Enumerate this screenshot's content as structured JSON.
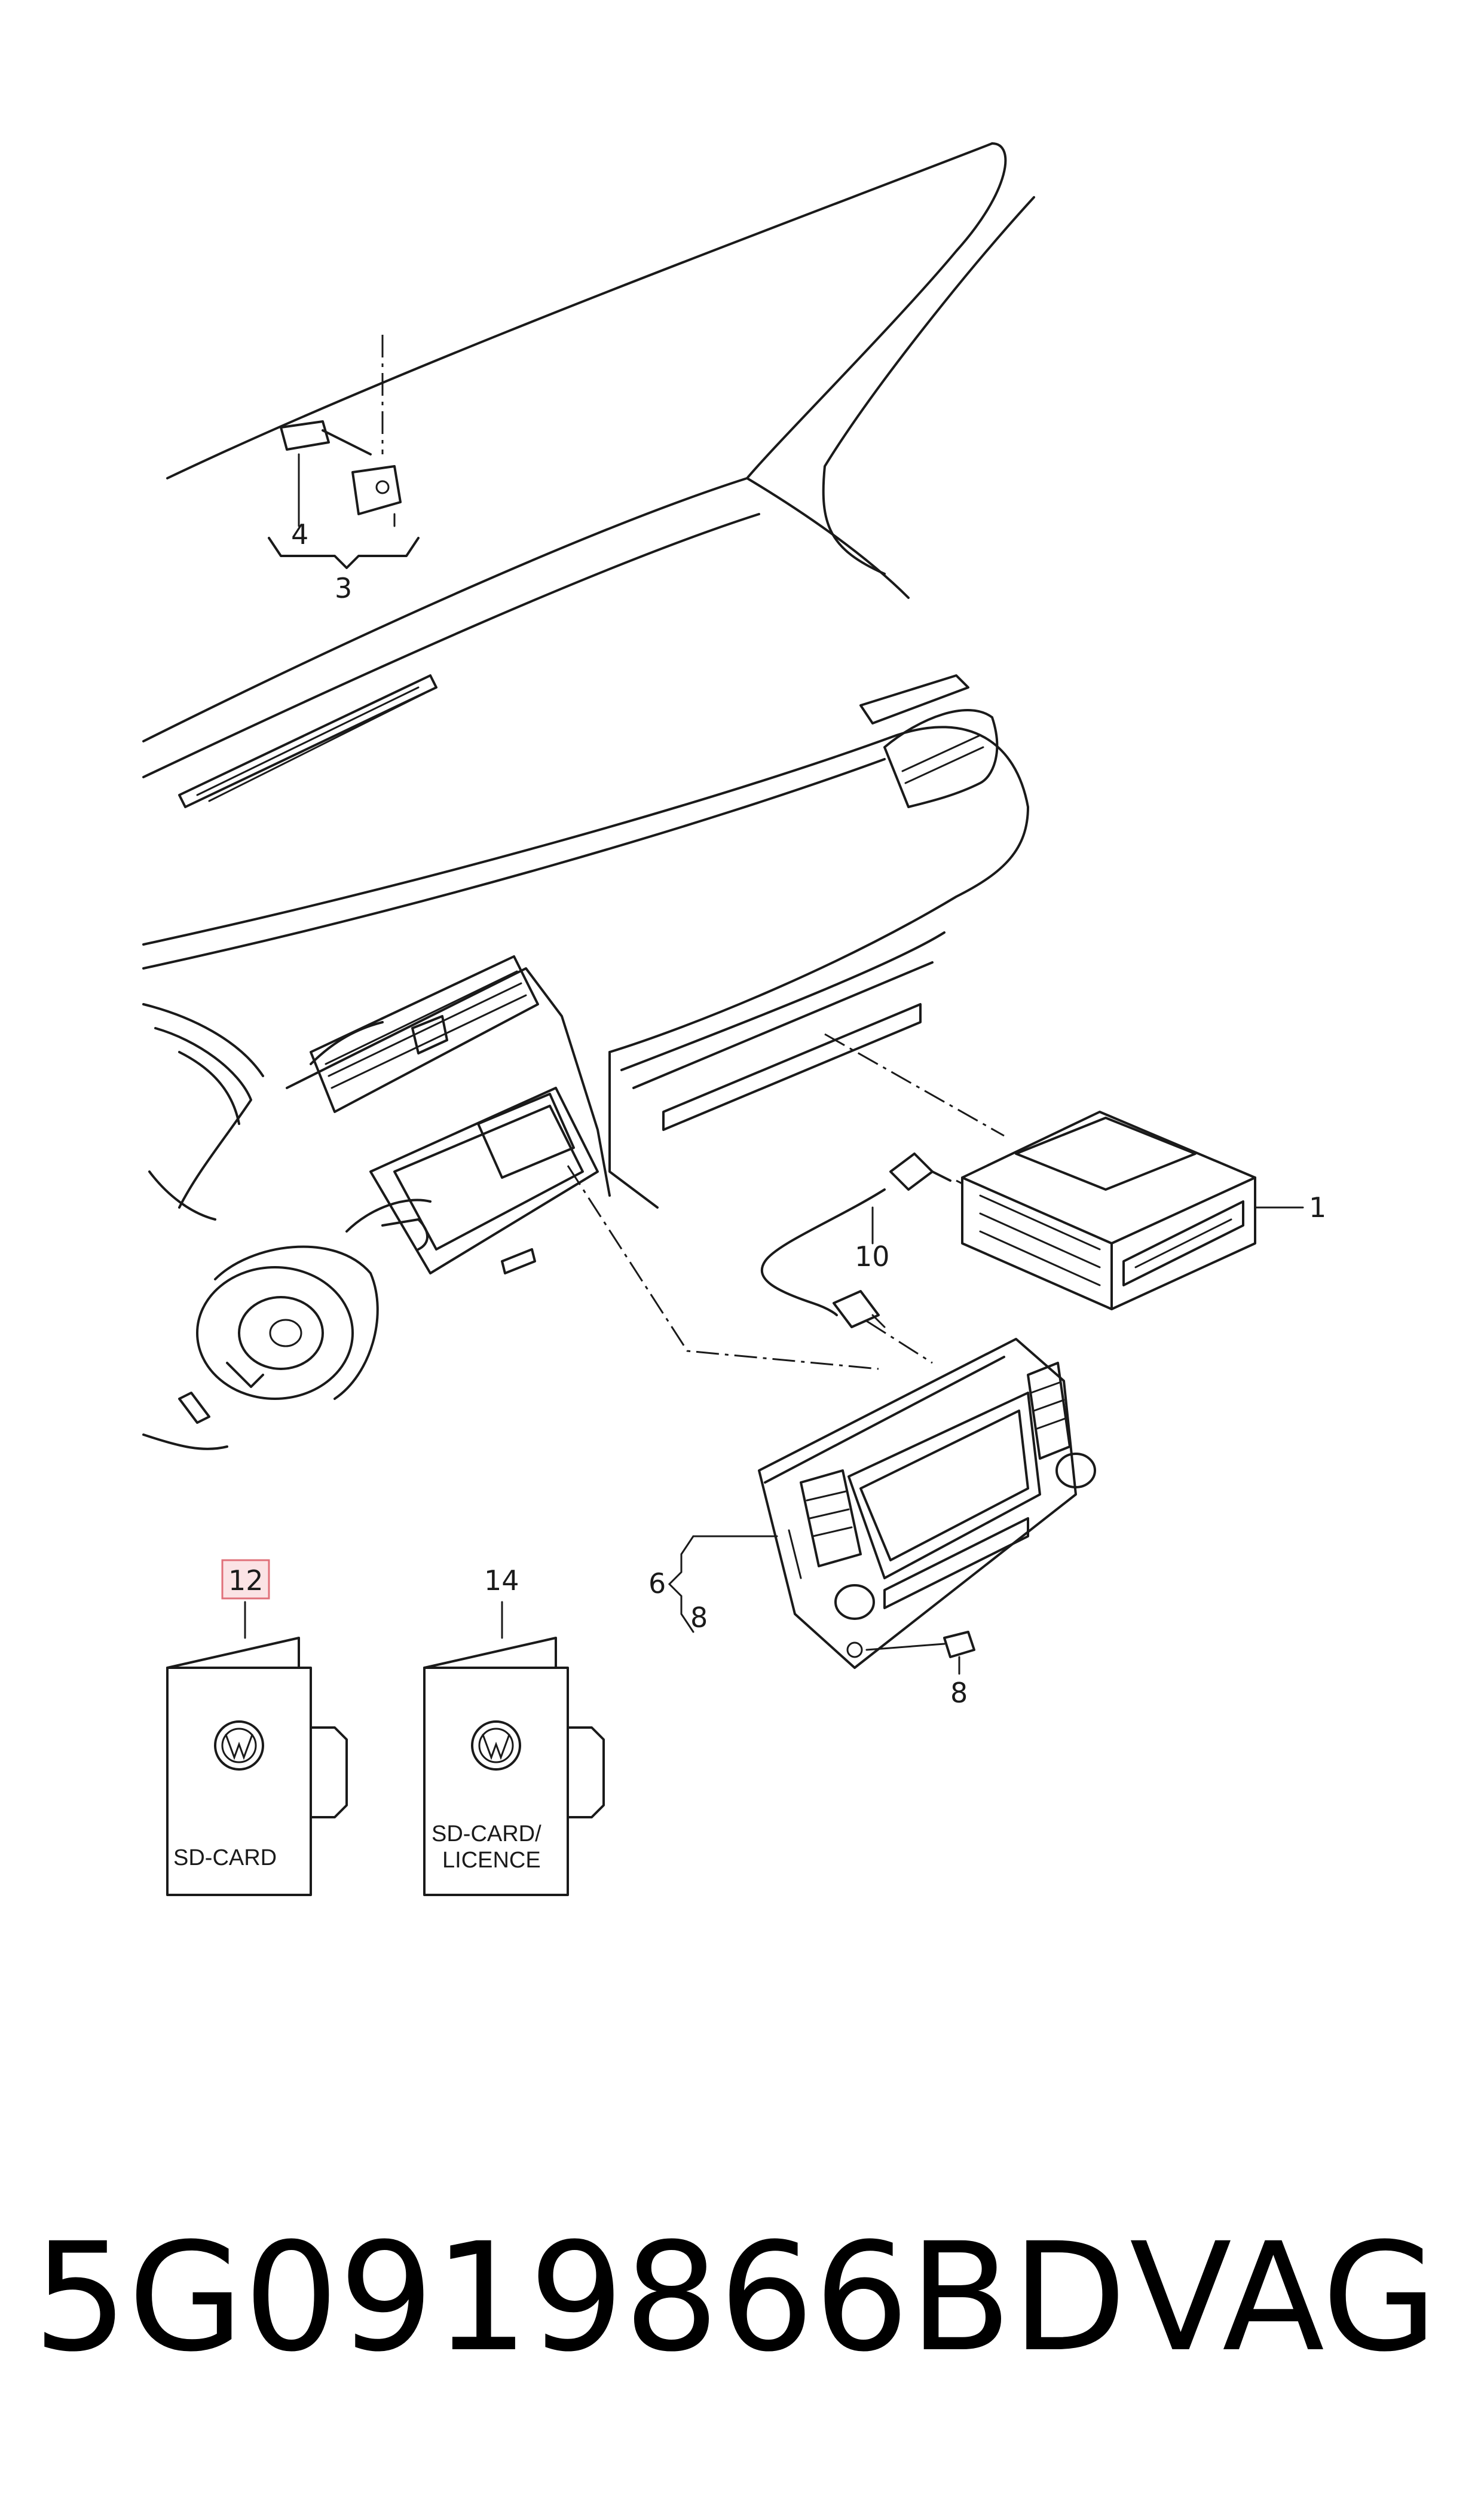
{
  "callouts": {
    "c1": "1",
    "c3": "3",
    "c4": "4",
    "c6": "6",
    "c8a": "8",
    "c8b": "8",
    "c10": "10",
    "c12": "12",
    "c14": "14"
  },
  "cards": {
    "sd_card_label": "SD-CARD",
    "licence_label_line1": "SD-CARD/",
    "licence_label_line2": "LICENCE"
  },
  "footer": {
    "part_number": "5G0919866BD",
    "brand": "VAG"
  },
  "colors": {
    "line": "#1a1a1a",
    "highlight_box_stroke": "#e0707a",
    "highlight_box_fill": "#fbe3e5"
  }
}
